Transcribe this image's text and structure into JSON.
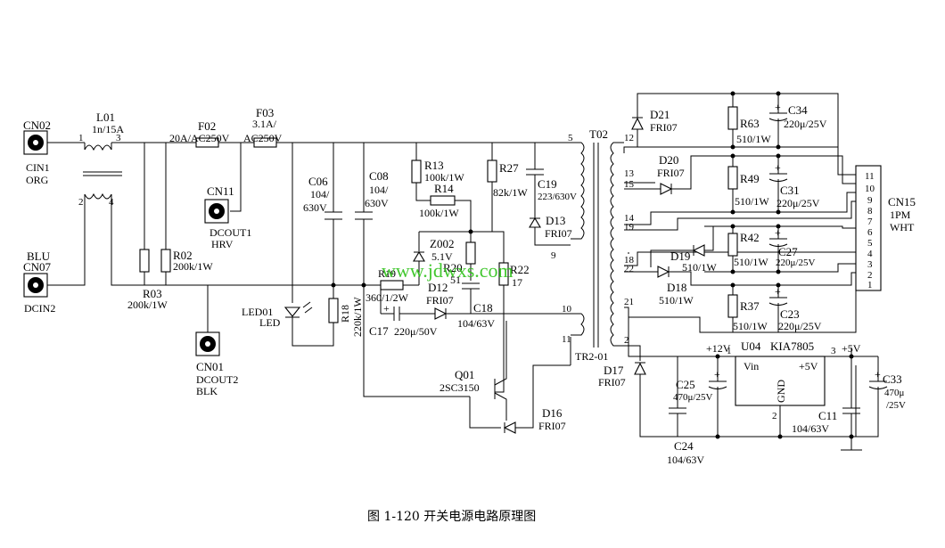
{
  "figure": {
    "caption": "图 1-120   开关电源电路原理图",
    "watermark": "www.jdwxs.com"
  },
  "connectors": {
    "cn02": {
      "ref": "CN02",
      "l1": "CIN1",
      "l2": "ORG"
    },
    "cn07": {
      "ref": "CN07",
      "top": "BLU",
      "l1": "DCIN2"
    },
    "cn11": {
      "ref": "CN11",
      "l1": "DCOUT1",
      "l2": "HRV"
    },
    "cn01": {
      "ref": "CN01",
      "l1": "DCOUT2",
      "l2": "BLK"
    },
    "cn15": {
      "ref": "CN15",
      "l1": "1PM",
      "l2": "WHT",
      "pins": [
        "11",
        "10",
        "9",
        "8",
        "7",
        "6",
        "5",
        "4",
        "3",
        "2",
        "1"
      ]
    }
  },
  "components": {
    "l01": {
      "ref": "L01",
      "val": "1n/15A",
      "p1": "1",
      "p2": "2",
      "p3": "3",
      "p4": "4"
    },
    "f02": {
      "ref": "F02",
      "val": "20A/AC250V"
    },
    "f03": {
      "ref": "F03",
      "val1": "3.1A/",
      "val2": "AC250V"
    },
    "r02": {
      "ref": "R02",
      "val": "200k/1W"
    },
    "r03": {
      "ref": "R03",
      "val": "200k/1W"
    },
    "c06": {
      "ref": "C06",
      "v1": "104/",
      "v2": "630V"
    },
    "c08": {
      "ref": "C08",
      "v1": "104/",
      "v2": "630V"
    },
    "led01": {
      "ref": "LED01",
      "val": "LED"
    },
    "r18": {
      "ref": "R18",
      "val": "220k/1W"
    },
    "r13": {
      "ref": "R13",
      "val": "100k/1W"
    },
    "r14": {
      "ref": "R14",
      "val": "100k/1W"
    },
    "z002": {
      "ref": "Z002",
      "val": "5.1V"
    },
    "r20": {
      "ref": "R20",
      "val": "51"
    },
    "r19": {
      "ref": "R19",
      "val": "360/1/2W"
    },
    "d12": {
      "ref": "D12",
      "val": "FRI07"
    },
    "c18": {
      "ref": "C18",
      "val": "104/63V"
    },
    "r22": {
      "ref": "R22",
      "val": "17"
    },
    "c17": {
      "ref": "C17",
      "val": "220μ/50V"
    },
    "r27": {
      "ref": "R27",
      "val": "82k/1W"
    },
    "c19": {
      "ref": "C19",
      "val": "223/630V"
    },
    "d13": {
      "ref": "D13",
      "val": "FRI07"
    },
    "q01": {
      "ref": "Q01",
      "val": "2SC3150"
    },
    "d16": {
      "ref": "D16",
      "val": "FRI07"
    },
    "t02": {
      "ref": "T02",
      "sub": "TR2-01",
      "pins": [
        "5",
        "9",
        "10",
        "11",
        "12",
        "13",
        "15",
        "14",
        "19",
        "18",
        "22",
        "21",
        "2"
      ]
    },
    "d21": {
      "ref": "D21",
      "val": "FRI07"
    },
    "d20": {
      "ref": "D20",
      "val": "FRI07"
    },
    "d19": {
      "ref": "D19",
      "val": "510/1W"
    },
    "d18": {
      "ref": "D18",
      "val": "510/1W"
    },
    "d17": {
      "ref": "D17",
      "val": "FRI07"
    },
    "r63": {
      "ref": "R63",
      "val": "510/1W"
    },
    "c34": {
      "ref": "C34",
      "val": "220μ/25V"
    },
    "r49": {
      "ref": "R49",
      "val": "510/1W"
    },
    "c31": {
      "ref": "C31",
      "val": "220μ/25V"
    },
    "r42": {
      "ref": "R42",
      "val": "510/1W"
    },
    "c27": {
      "ref": "C27",
      "val": "220μ/25V"
    },
    "r37": {
      "ref": "R37",
      "val": "510/1W"
    },
    "c23": {
      "ref": "C23",
      "val": "220μ/25V"
    },
    "u04": {
      "ref": "U04",
      "val": "KIA7805",
      "vin": "Vin",
      "vout": "+5V",
      "gnd": "GND",
      "p1": "1",
      "p2": "2",
      "p3": "3"
    },
    "c25": {
      "ref": "C25",
      "val": "470μ/25V"
    },
    "c24": {
      "ref": "C24",
      "val": "104/63V"
    },
    "c11": {
      "ref": "C11",
      "val": "104/63V"
    },
    "c33": {
      "ref": "C33",
      "v1": "470μ",
      "v2": "/25V"
    }
  },
  "rails": {
    "v12": "+12V",
    "v5": "+5V"
  }
}
